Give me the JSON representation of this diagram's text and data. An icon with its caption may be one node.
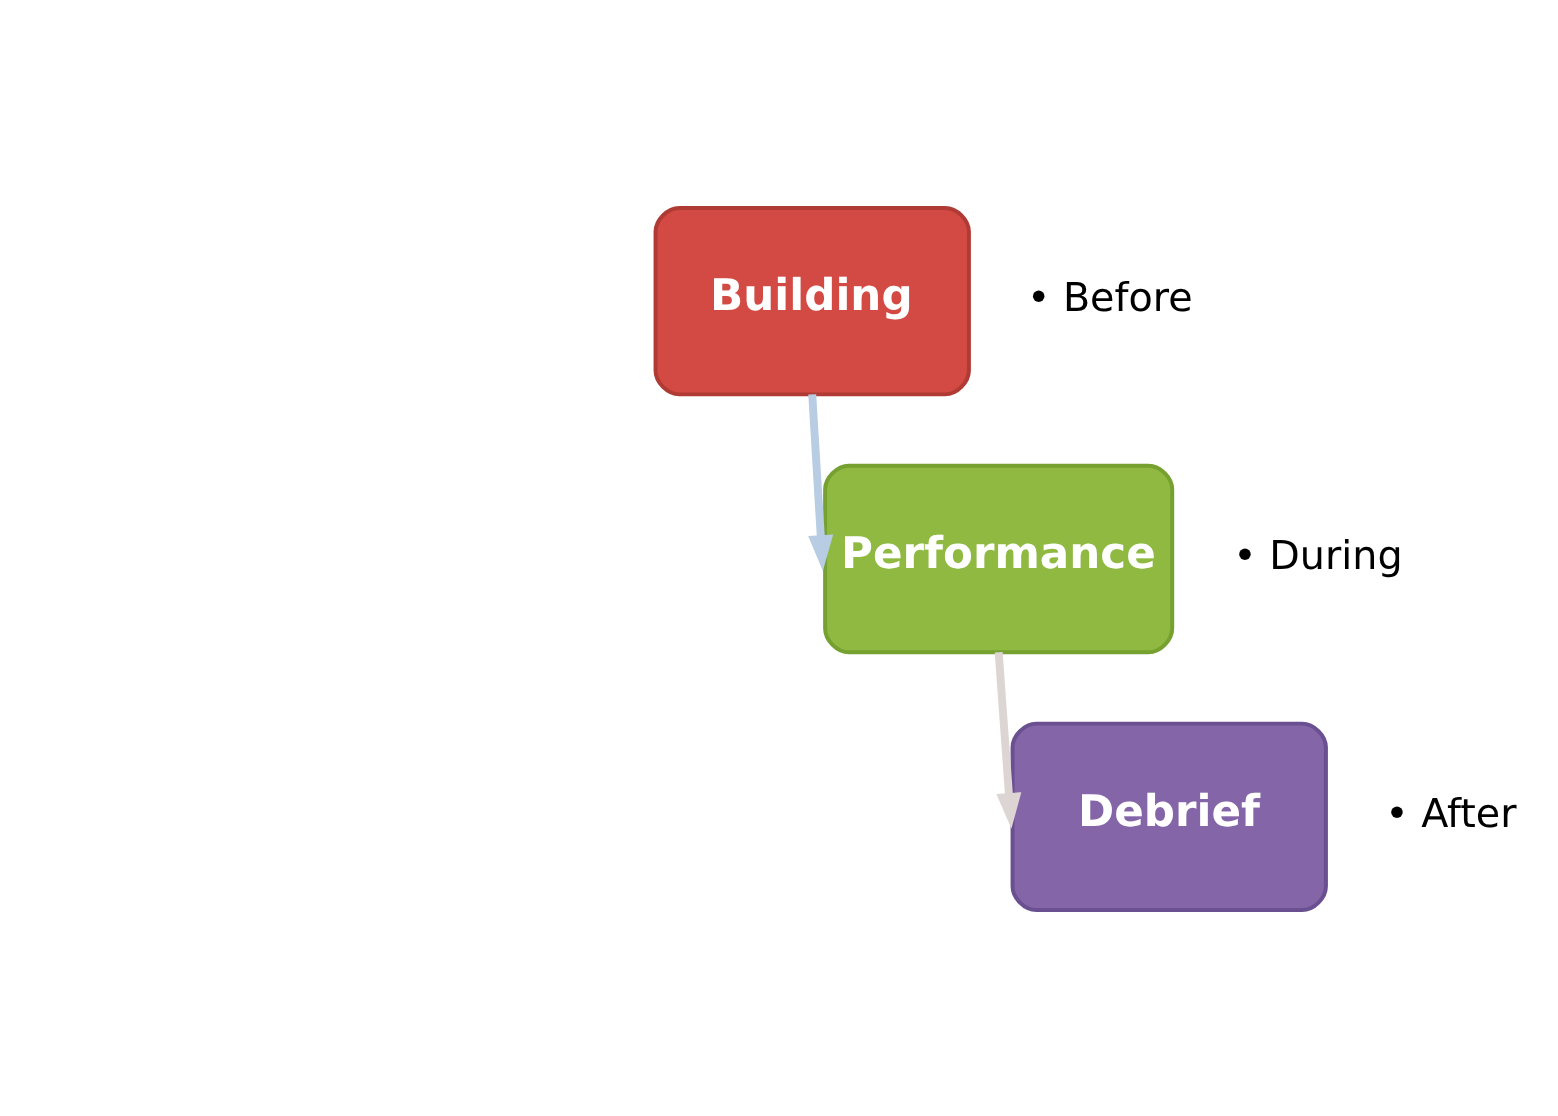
{
  "diagram": {
    "nodes": [
      {
        "text": [
          "Building"
        ],
        "beside": [
          "• Before"
        ]
      },
      {
        "text": [
          "Performance"
        ],
        "beside": [
          "• During"
        ]
      },
      {
        "text": [
          "Debrief"
        ],
        "beside": [
          "• After"
        ]
      }
    ],
    "edges": [
      {
        "from": 0,
        "to": 1,
        "arrow": "to",
        "color": "#b8cce4"
      },
      {
        "from": 1,
        "to": 2,
        "arrow": "to",
        "color": "#ddd5d3"
      }
    ]
  }
}
